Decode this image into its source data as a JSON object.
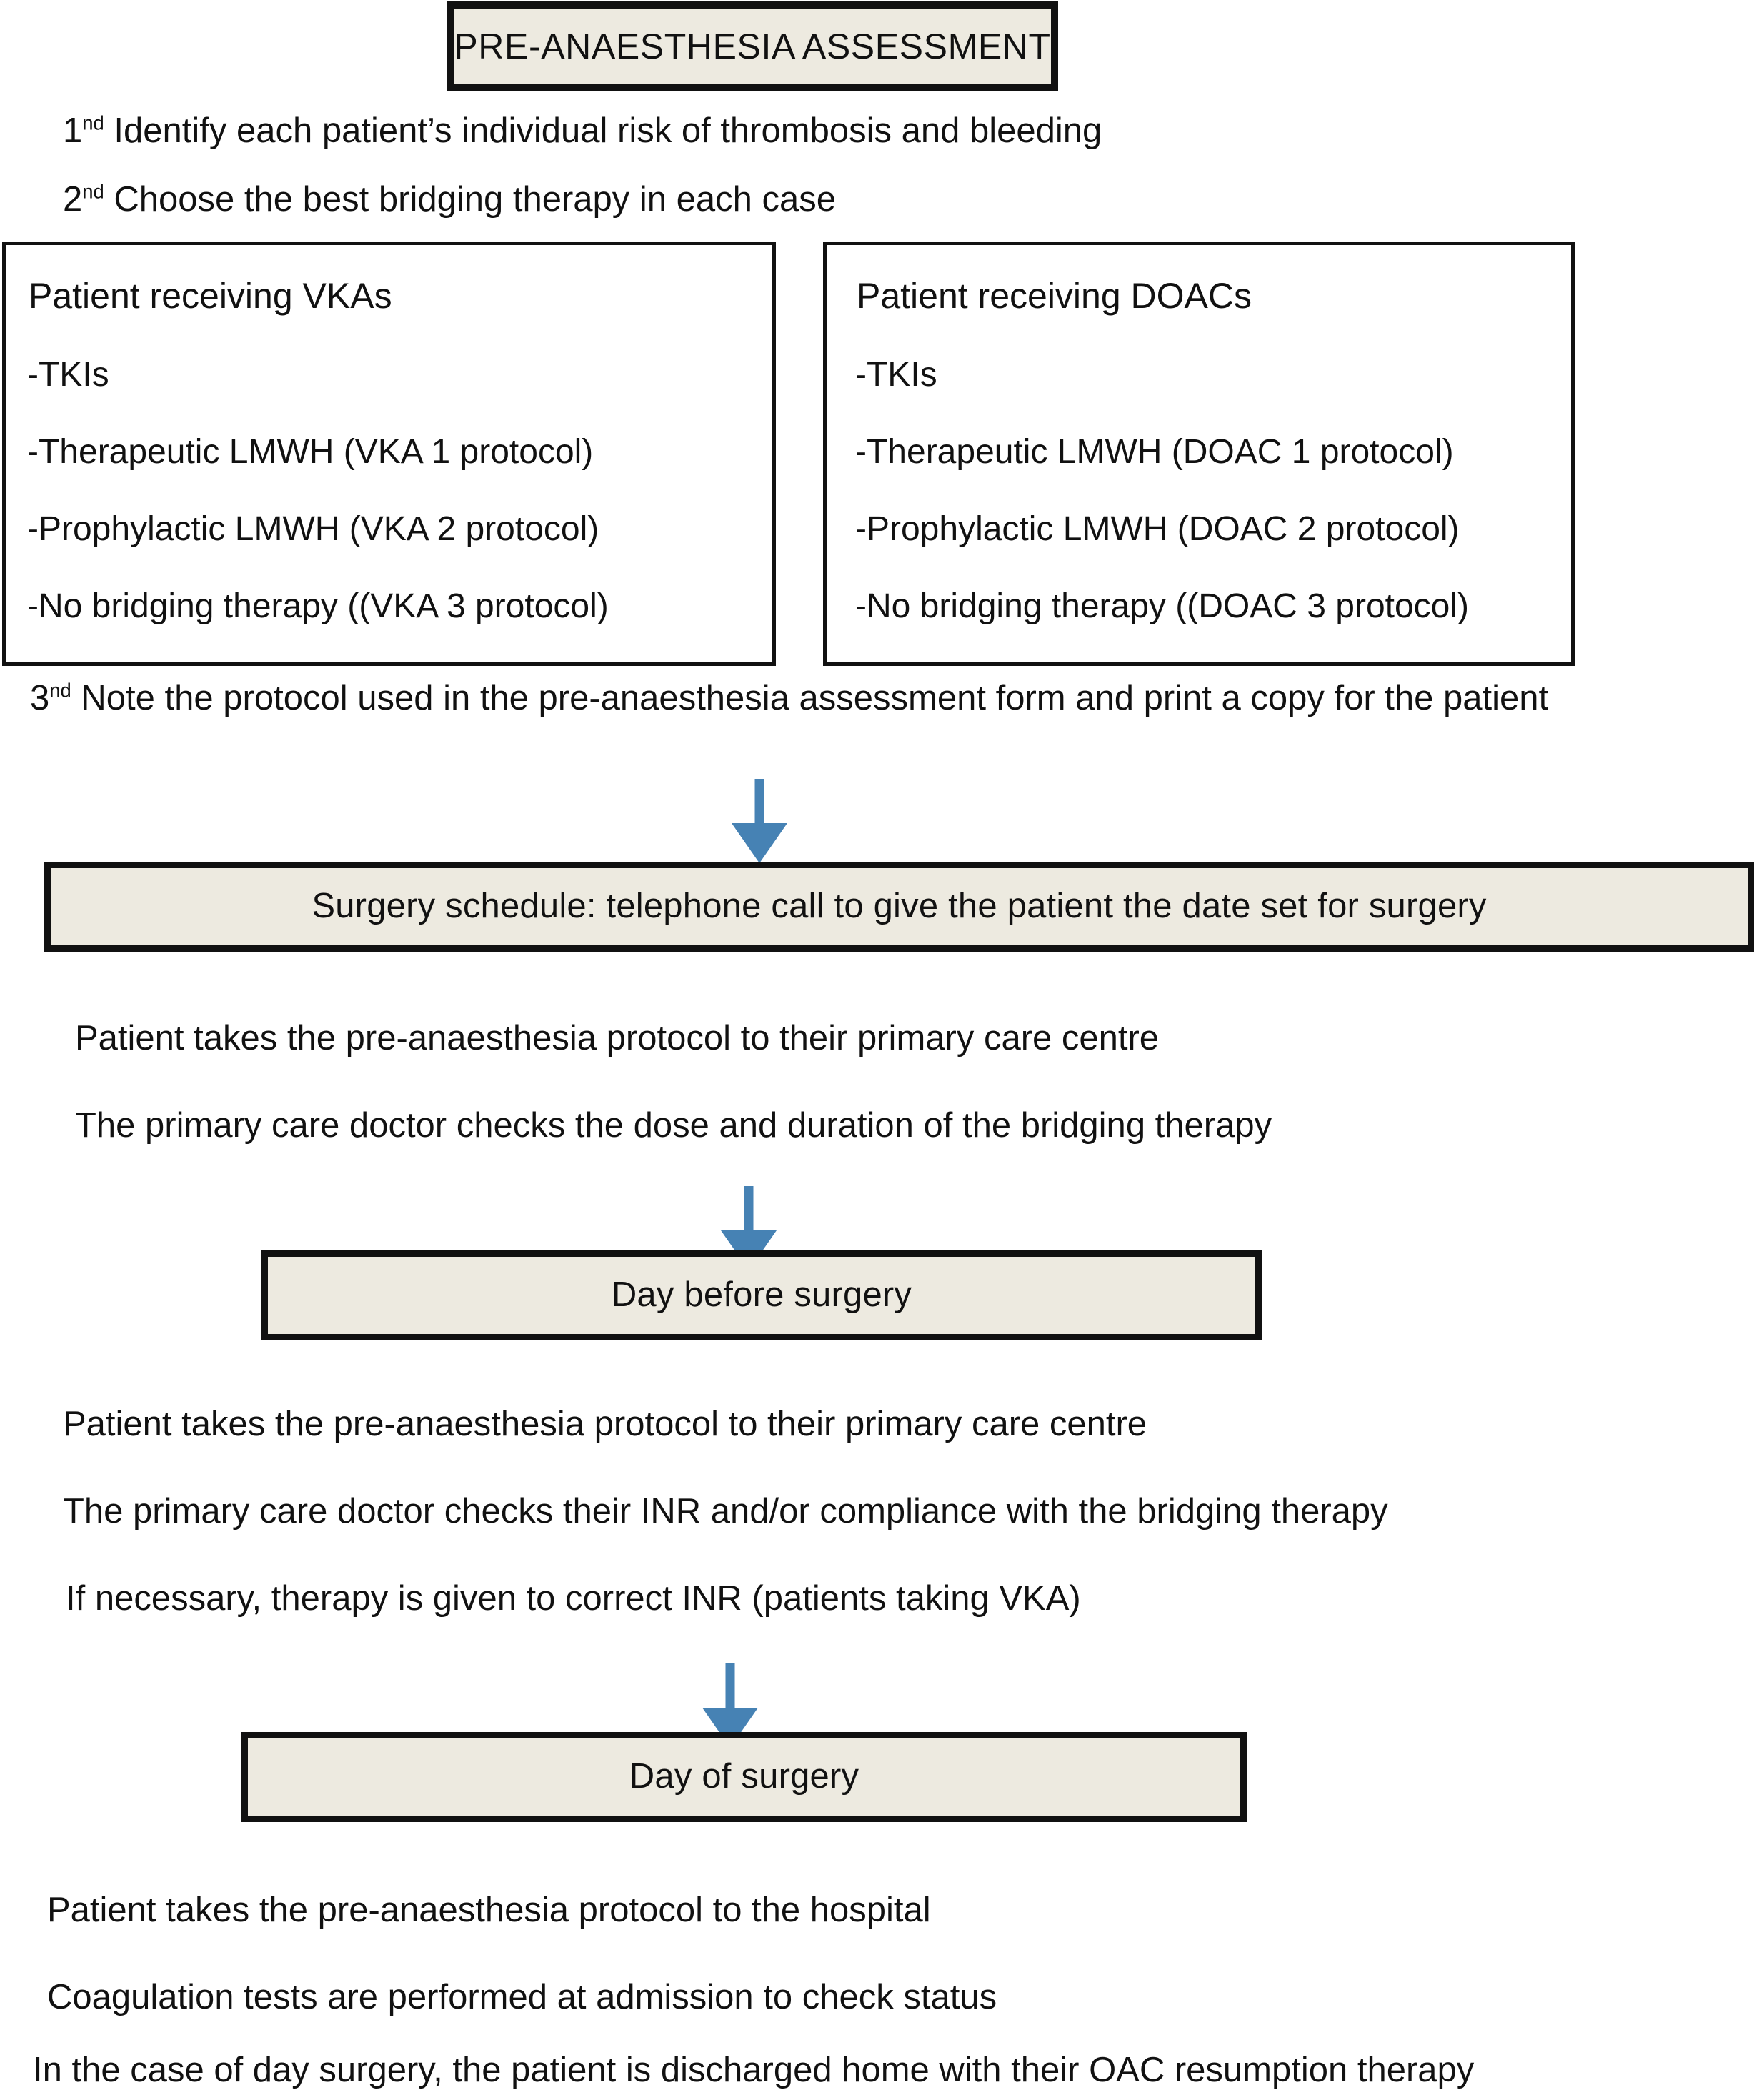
{
  "title_box": {
    "label": "PRE-ANAESTHESIA ASSESSMENT"
  },
  "assessment_steps": [
    {
      "num": "1",
      "ord": "nd",
      "text": " Identify each patient’s individual risk of thrombosis and bleeding"
    },
    {
      "num": "2",
      "ord": "nd",
      "text": " Choose the best bridging therapy in each case"
    }
  ],
  "step3": {
    "num": "3",
    "ord": "nd",
    "text": " Note the protocol used in the pre-anaesthesia assessment form and print a copy for the patient"
  },
  "vka_box": {
    "title": "Patient receiving VKAs",
    "items": [
      "-TKIs",
      "-Therapeutic LMWH (VKA 1 protocol)",
      "-Prophylactic LMWH (VKA 2 protocol)",
      "-No bridging therapy ((VKA 3 protocol)"
    ]
  },
  "doac_box": {
    "title": "Patient receiving DOACs",
    "items": [
      "-TKIs",
      "-Therapeutic LMWH (DOAC 1 protocol)",
      "-Prophylactic LMWH (DOAC 2 protocol)",
      "-No bridging therapy ((DOAC 3 protocol)"
    ]
  },
  "surgery_schedule_box": {
    "label": "Surgery schedule: telephone call to give the patient the date set for surgery"
  },
  "after_schedule_notes": [
    "Patient takes the pre-anaesthesia protocol to their primary care centre",
    "The primary care doctor checks the dose and duration of the bridging therapy"
  ],
  "day_before_box": {
    "label": "Day before surgery"
  },
  "after_day_before_notes": [
    "Patient takes the pre-anaesthesia protocol to their primary care centre",
    "The primary care doctor checks their INR and/or compliance with the bridging therapy",
    "If necessary, therapy is given to correct INR (patients taking VKA)"
  ],
  "day_of_box": {
    "label": "Day of surgery"
  },
  "after_day_of_notes": [
    "Patient takes the pre-anaesthesia protocol to the hospital",
    "Coagulation tests are performed at admission to check status",
    "In the case of day surgery, the patient is discharged home with their OAC resumption therapy"
  ],
  "colors": {
    "box_fill": "#EDEAE0",
    "box_border": "#111111",
    "arrow": "#4682B4",
    "text": "#111111",
    "page_background": "#FFFFFF"
  }
}
